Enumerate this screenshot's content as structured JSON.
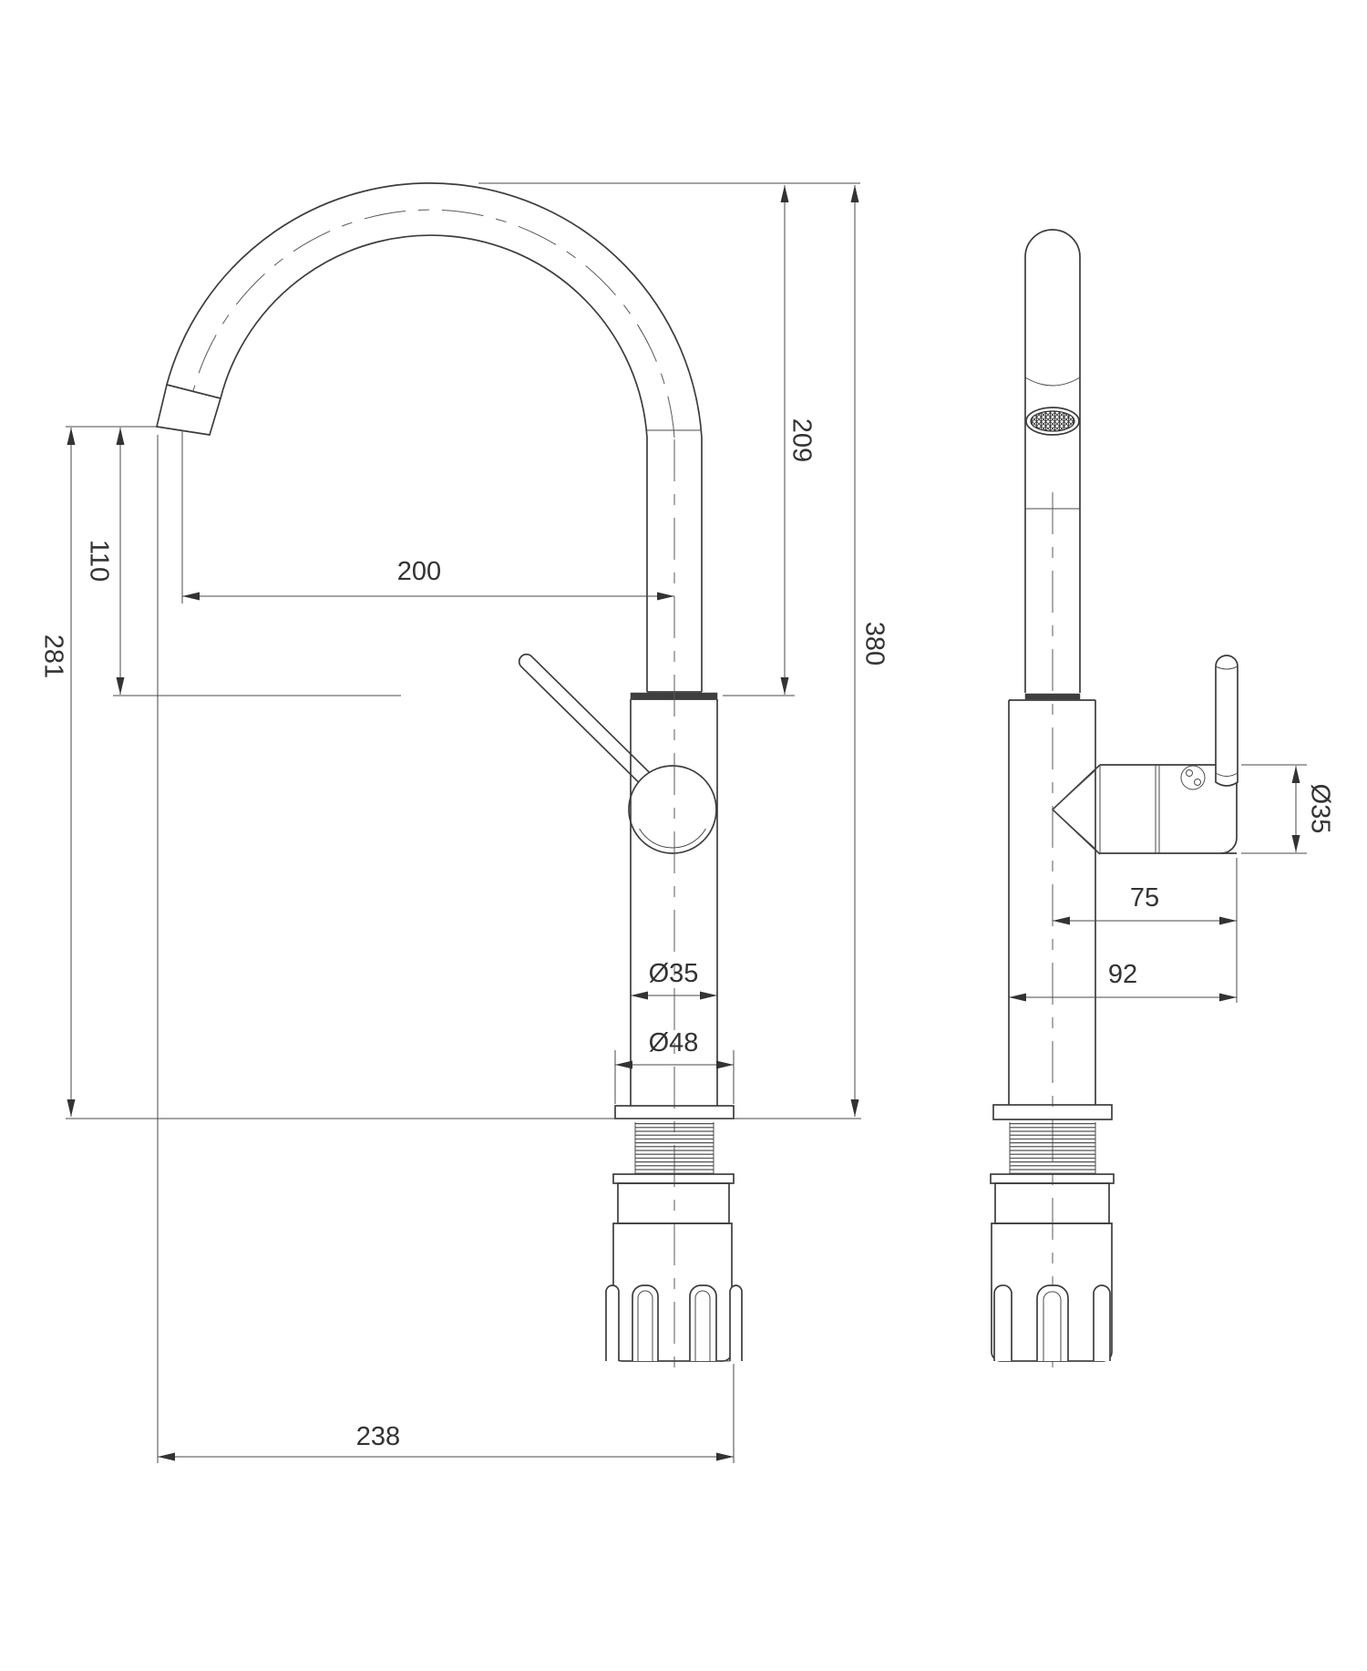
{
  "drawing_type": "faucet-technical-dimension-drawing",
  "colors": {
    "background": "#ffffff",
    "object_line": "#3d3d3d",
    "dimension_line": "#4a4a4a",
    "text": "#333333"
  },
  "dimensions": {
    "spout_height_209": {
      "label": "209"
    },
    "tip_drop_110": {
      "label": "110"
    },
    "spout_reach_200": {
      "label": "200"
    },
    "total_height_380": {
      "label": "380"
    },
    "tip_above_deck_281": {
      "label": "281"
    },
    "body_diameter_35": {
      "label": "Ø35"
    },
    "base_diameter_48": {
      "label": "Ø48"
    },
    "overall_projection_238": {
      "label": "238"
    },
    "housing_diameter_35": {
      "label": "Ø35"
    },
    "handle_offset_75": {
      "label": "75"
    },
    "handle_reach_92": {
      "label": "92"
    }
  }
}
